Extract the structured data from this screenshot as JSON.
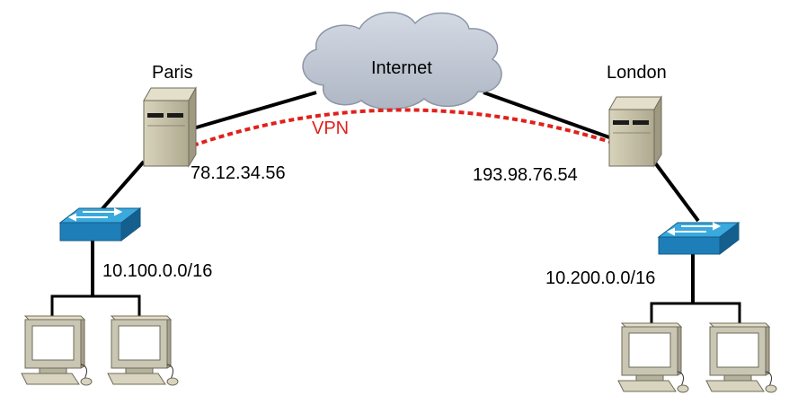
{
  "cloud": {
    "label": "Internet"
  },
  "tunnel": {
    "label": "VPN",
    "color": "#e0201b"
  },
  "sites": {
    "paris": {
      "name": "Paris",
      "public_ip": "78.12.34.56",
      "subnet": "10.100.0.0/16"
    },
    "london": {
      "name": "London",
      "public_ip": "193.98.76.54",
      "subnet": "10.200.0.0/16"
    }
  },
  "colors": {
    "cloud_fill": "#c2c9d6",
    "server_body": "#c6c1a7",
    "switch_top": "#2f9fd6",
    "switch_side": "#1a6ea3",
    "monitor_body": "#c9c6b4",
    "screen": "#ffffff",
    "link": "#000000"
  }
}
